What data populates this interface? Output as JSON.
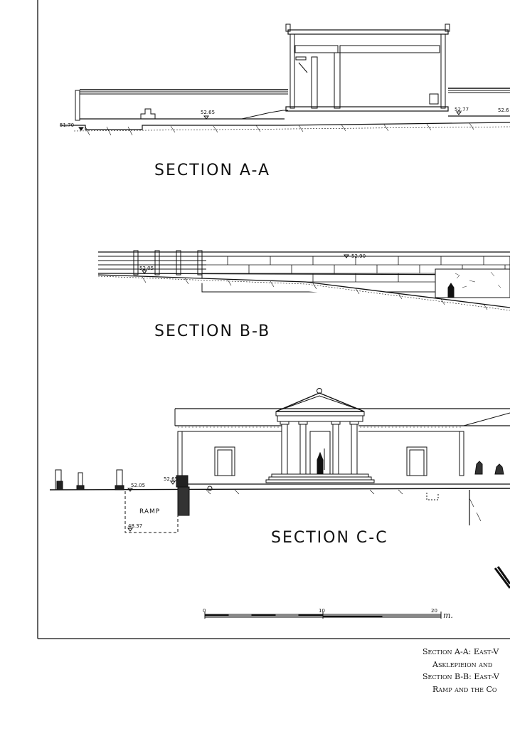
{
  "sections": {
    "a": {
      "title": "SECTION A-A",
      "levels": [
        "51.70",
        "52.65",
        "52.77",
        "52.6"
      ]
    },
    "b": {
      "title": "SECTION B-B",
      "levels": [
        "52.05",
        "52.90"
      ]
    },
    "c": {
      "title": "SECTION C-C",
      "levels": [
        "52.05",
        "52.65",
        "48.37"
      ],
      "ramp_label": "RAMP"
    }
  },
  "scale_bar": {
    "ticks": [
      "0",
      "10",
      "20"
    ],
    "unit": "m."
  },
  "caption": {
    "lines": [
      "Section A-A: East-V",
      "Asklepieion and",
      "Section B-B: East-V",
      "Ramp and the Co"
    ]
  }
}
